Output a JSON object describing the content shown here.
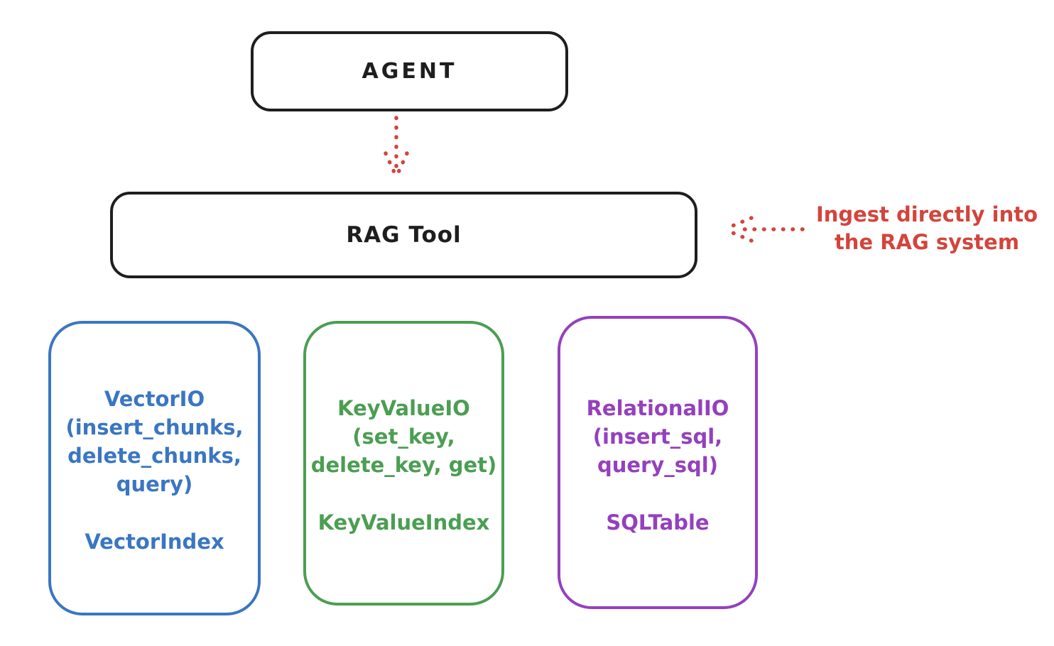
{
  "diagram": {
    "agent_box": {
      "label": "AGENT"
    },
    "rag_box": {
      "label": "RAG Tool"
    },
    "agent_to_rag_arrow": {
      "style": "dotted",
      "direction": "down"
    },
    "annotation": {
      "line1": "Ingest directly into",
      "line2": "the RAG system",
      "arrow_style": "dotted",
      "arrow_direction": "left"
    },
    "io_boxes": [
      {
        "name": "vector-io",
        "methods": "VectorIO\n(insert_chunks,\ndelete_chunks,\nquery)",
        "index": "VectorIndex",
        "color": "#3a76c2"
      },
      {
        "name": "keyvalue-io",
        "methods": "KeyValueIO\n(set_key,\ndelete_key, get)",
        "index": "KeyValueIndex",
        "color": "#4b9e52"
      },
      {
        "name": "relational-io",
        "methods": "RelationalIO\n(insert_sql,\nquery_sql)",
        "index": "SQLTable",
        "color": "#9540bd"
      }
    ],
    "colors": {
      "black": "#1e1e1e",
      "red": "#d2453c",
      "blue": "#3a76c2",
      "green": "#4b9e52",
      "purple": "#9540bd",
      "background": "#ffffff"
    }
  }
}
